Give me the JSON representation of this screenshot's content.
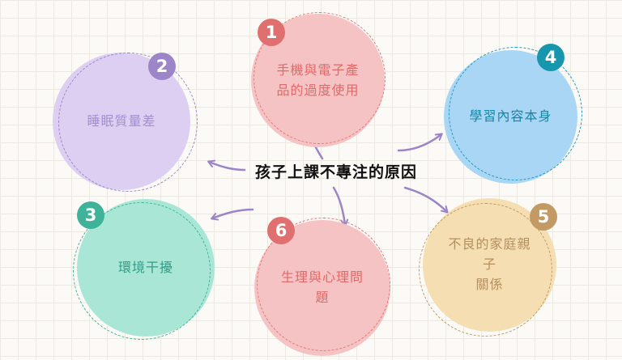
{
  "center": {
    "title": "孩子上課不專注的原因"
  },
  "nodes": [
    {
      "id": 1,
      "number": "1",
      "lines": [
        "手機與電子產",
        "品的過度使用"
      ],
      "fill": "#f5c3c3",
      "ring": "#e07a7a",
      "badge": "#e07070",
      "text": "#e06a6a"
    },
    {
      "id": 2,
      "number": "2",
      "lines": [
        "睡眠質量差"
      ],
      "fill": "#dccff2",
      "ring": "#9b84c8",
      "badge": "#9c86c9",
      "text": "#a38fd0"
    },
    {
      "id": 3,
      "number": "3",
      "lines": [
        "環境干擾"
      ],
      "fill": "#a9e6d6",
      "ring": "#3fb39a",
      "badge": "#3fb39a",
      "text": "#2f9d86"
    },
    {
      "id": 4,
      "number": "4",
      "lines": [
        "學習內容本身"
      ],
      "fill": "#a9d6f5",
      "ring": "#1e9bb8",
      "badge": "#1797ad",
      "text": "#1686a6"
    },
    {
      "id": 5,
      "number": "5",
      "lines": [
        "不良的家庭親子",
        "關係"
      ],
      "fill": "#f4deb2",
      "ring": "#c39a63",
      "badge": "#c39a63",
      "text": "#b68f5f"
    },
    {
      "id": 6,
      "number": "6",
      "lines": [
        "生理與心理問題"
      ],
      "fill": "#f5c3c3",
      "ring": "#e07a7a",
      "badge": "#e07070",
      "text": "#e06a6a"
    }
  ],
  "arrow_color": "#9b84c8"
}
